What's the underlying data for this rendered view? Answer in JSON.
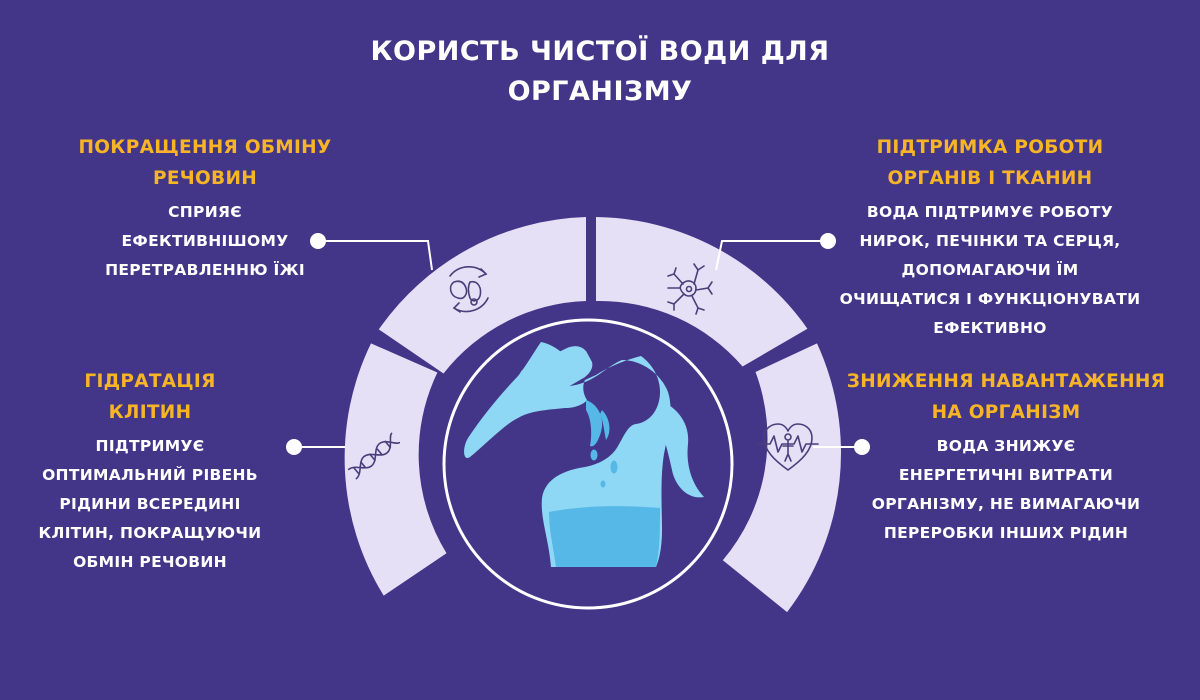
{
  "title": {
    "lines": [
      "КОРИСТЬ ЧИСТОЇ ВОДИ ДЛЯ",
      "ОРГАНІЗМУ"
    ]
  },
  "colors": {
    "background": "#433689",
    "heading": "#f7b526",
    "text": "#ffffff",
    "segment": "#e6e0f7",
    "icon": "#4a3f7a",
    "water": "#8fd8f5",
    "water_dark": "#55b8e6"
  },
  "benefits": [
    {
      "id": "metabolism",
      "icon": "stomach-liver-cycle-icon",
      "heading": [
        "ПОКРАЩЕННЯ ОБМІНУ",
        "РЕЧОВИН"
      ],
      "desc": [
        "СПРИЯЄ",
        "ЕФЕКТИВНІШОМУ",
        "ПЕРЕТРАВЛЕННЮ ЇЖІ"
      ]
    },
    {
      "id": "organs",
      "icon": "neuron-cell-icon",
      "heading": [
        "ПІДТРИМКА РОБОТИ",
        "ОРГАНІВ І ТКАНИН"
      ],
      "desc": [
        "ВОДА ПІДТРИМУЄ РОБОТУ",
        "НИРОК, ПЕЧІНКИ ТА СЕРЦЯ,",
        "ДОПОМАГАЮЧИ ЇМ",
        "ОЧИЩАТИСЯ І ФУНКЦІОНУВАТИ",
        "ЕФЕКТИВНО"
      ]
    },
    {
      "id": "hydration",
      "icon": "dna-helix-icon",
      "heading": [
        "ГІДРАТАЦІЯ",
        "КЛІТИН"
      ],
      "desc": [
        "ПІДТРИМУЄ",
        "ОПТИМАЛЬНИЙ РІВЕНЬ",
        "РІДИНИ ВСЕРЕДИНІ",
        "КЛІТИН, ПОКРАЩУЮЧИ",
        "ОБМІН РЕЧОВИН"
      ]
    },
    {
      "id": "load",
      "icon": "heart-person-pulse-icon",
      "heading": [
        "ЗНИЖЕННЯ НАВАНТАЖЕННЯ",
        "НА ОРГАНІЗМ"
      ],
      "desc": [
        "ВОДА ЗНИЖУЄ",
        "ЕНЕРГЕТИЧНІ ВИТРАТИ",
        "ОРГАНІЗМУ, НЕ ВИМАГАЮЧИ",
        "ПЕРЕРОБКИ ІНШИХ РІДИН"
      ]
    }
  ],
  "center_image": "woman-drinking-water-silhouette"
}
